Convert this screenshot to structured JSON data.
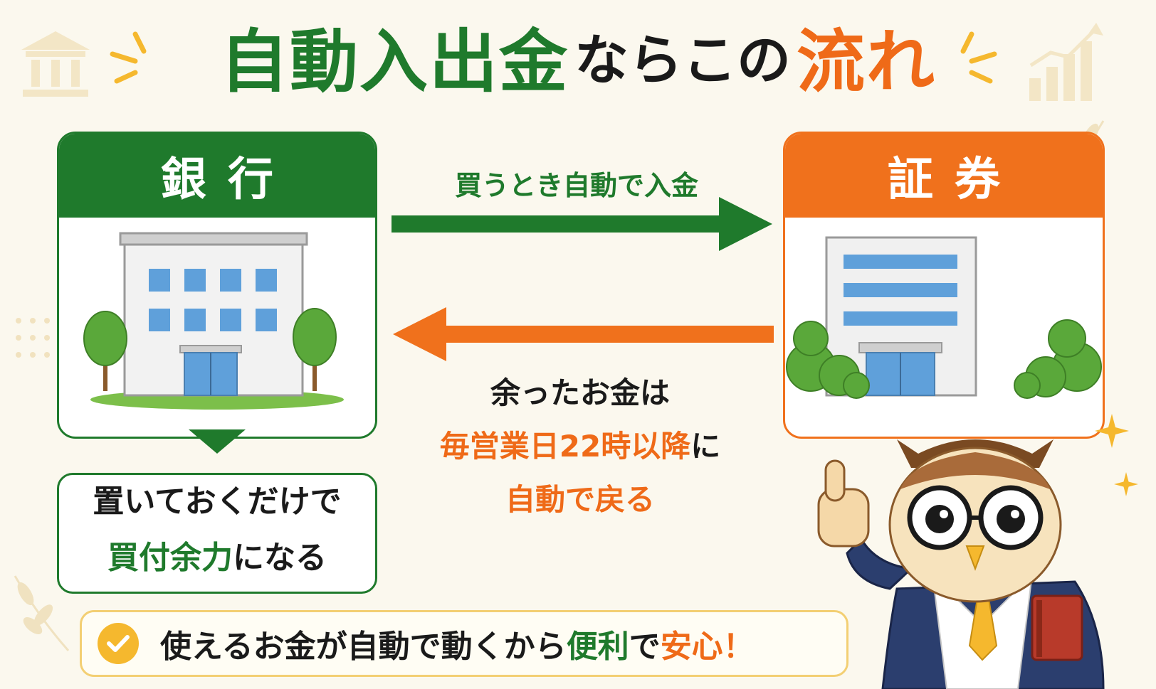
{
  "title": {
    "part1": "自動入出金",
    "part2": "ならこの",
    "part3": "流れ"
  },
  "bank_card": {
    "title": "銀行"
  },
  "securities_card": {
    "title": "証券"
  },
  "deposit_arrow": {
    "label": "買うとき自動で入金"
  },
  "return_arrow": {
    "line1": "余ったお金は",
    "line2_highlight": "毎営業日22時以降",
    "line2_suffix": "に",
    "line3": "自動で戻る"
  },
  "idle_box": {
    "line1": "置いておくだけで",
    "line2_highlight": "買付余力",
    "line2_suffix": "になる"
  },
  "bottom_banner": {
    "part1": "使えるお金が自動で動くから",
    "part2": "便利",
    "part3": "で",
    "part4": "安心！"
  },
  "colors": {
    "green": "#1f7a2c",
    "orange": "#ef6a18",
    "background": "#fbf8ee",
    "yellow": "#f5b82e"
  },
  "icons": [
    "bank-building-watermark-icon",
    "growth-chart-watermark-icon",
    "bank-building-illustration",
    "securities-building-illustration",
    "owl-mascot-illustration",
    "check-icon",
    "sparkle-icon",
    "leaf-decoration-icon"
  ]
}
